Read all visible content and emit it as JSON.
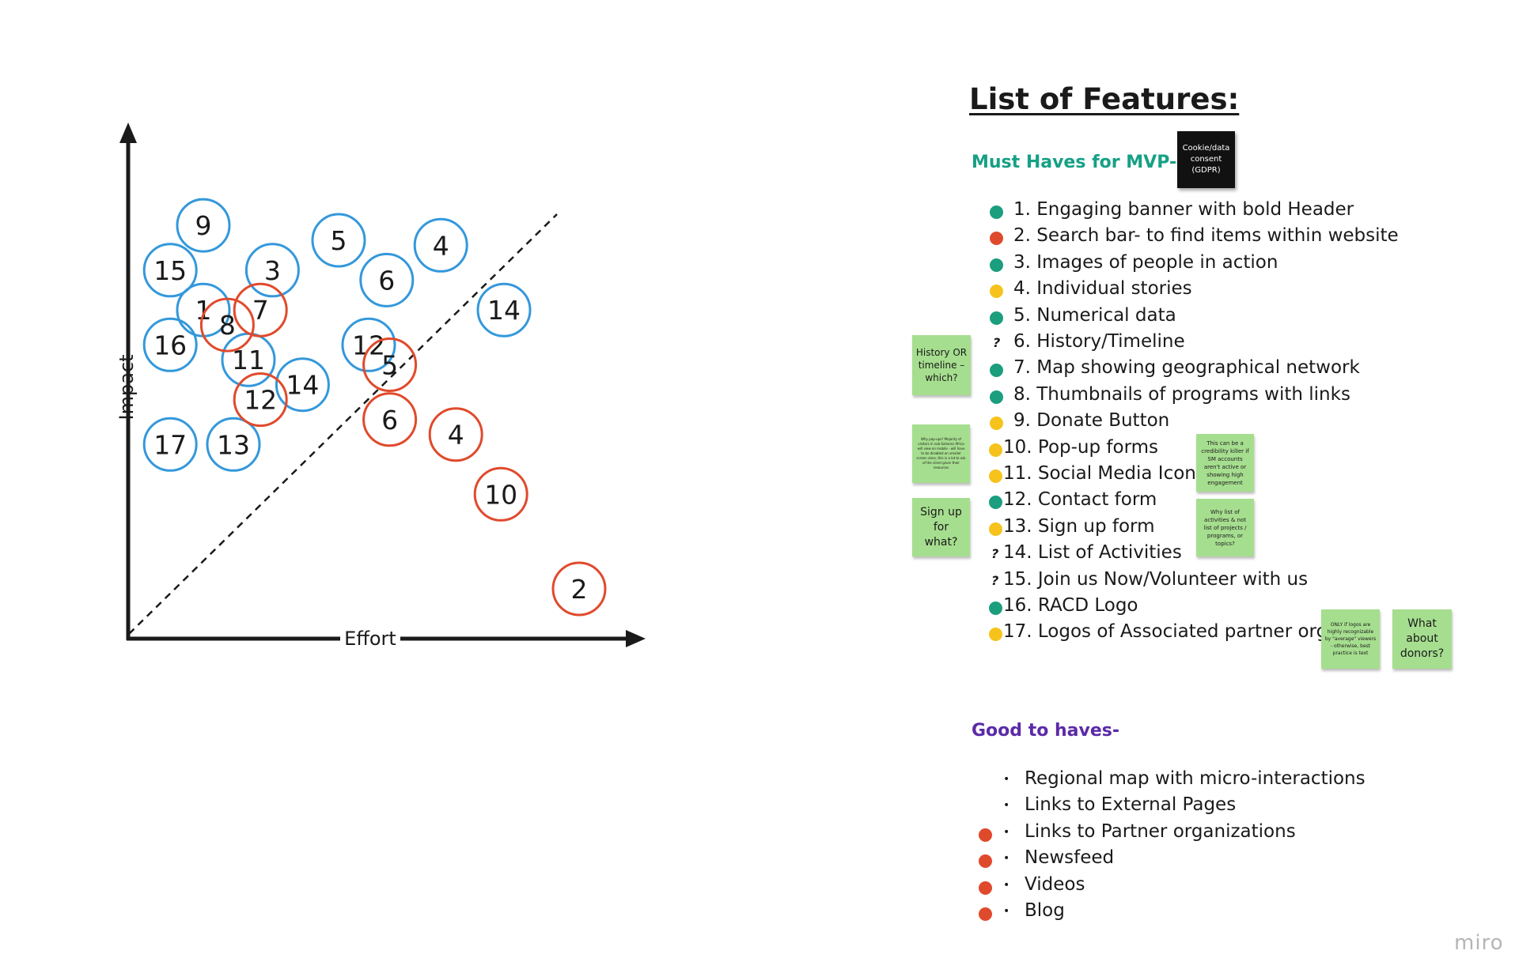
{
  "colors": {
    "blue": "#3498db",
    "red": "#e04a2c",
    "green": "#1a9e7e",
    "yellow": "#f5c31b",
    "must_heading": "#16a085",
    "good_heading": "#5b2aa8",
    "sticky": "#a6de8f"
  },
  "matrix": {
    "x_axis_label": "Effort",
    "y_axis_label": "Impact",
    "blue_circles": [
      {
        "label": "9",
        "effort": 2.5,
        "impact": 8.3
      },
      {
        "label": "15",
        "effort": 1.4,
        "impact": 7.4
      },
      {
        "label": "3",
        "effort": 4.8,
        "impact": 7.4
      },
      {
        "label": "5",
        "effort": 7.0,
        "impact": 8.0
      },
      {
        "label": "4",
        "effort": 10.4,
        "impact": 7.9
      },
      {
        "label": "6",
        "effort": 8.6,
        "impact": 7.2
      },
      {
        "label": "14",
        "effort": 12.5,
        "impact": 6.6
      },
      {
        "label": "1",
        "effort": 2.5,
        "impact": 6.6
      },
      {
        "label": "16",
        "effort": 1.4,
        "impact": 5.9
      },
      {
        "label": "11",
        "effort": 4.0,
        "impact": 5.6
      },
      {
        "label": "12",
        "effort": 8.0,
        "impact": 5.9
      },
      {
        "label": "14",
        "effort": 5.8,
        "impact": 5.1
      },
      {
        "label": "17",
        "effort": 1.4,
        "impact": 3.9
      },
      {
        "label": "13",
        "effort": 3.5,
        "impact": 3.9
      }
    ],
    "red_circles": [
      {
        "label": "7",
        "effort": 4.4,
        "impact": 6.6
      },
      {
        "label": "8",
        "effort": 3.3,
        "impact": 6.3
      },
      {
        "label": "12",
        "effort": 4.4,
        "impact": 4.8
      },
      {
        "label": "5",
        "effort": 8.7,
        "impact": 5.5
      },
      {
        "label": "6",
        "effort": 8.7,
        "impact": 4.4
      },
      {
        "label": "4",
        "effort": 10.9,
        "impact": 4.1
      },
      {
        "label": "10",
        "effort": 12.4,
        "impact": 2.9
      },
      {
        "label": "2",
        "effort": 15.0,
        "impact": 1.0
      }
    ]
  },
  "features": {
    "title": "List of Features:",
    "must_heading": "Must Haves for MVP-",
    "cookie_note": "Cookie/data consent (GDPR)",
    "items": [
      {
        "text": "1. Engaging banner with bold Header",
        "marker": "green"
      },
      {
        "text": "2. Search bar- to find items within website",
        "marker": "red"
      },
      {
        "text": "3. Images of people in action",
        "marker": "green"
      },
      {
        "text": "4. Individual stories",
        "marker": "yellow"
      },
      {
        "text": "5. Numerical data",
        "marker": "green"
      },
      {
        "text": "6. History/Timeline",
        "marker": "?"
      },
      {
        "text": "7. Map showing geographical network",
        "marker": "green"
      },
      {
        "text": "8. Thumbnails of programs with links",
        "marker": "green"
      },
      {
        "text": "9. Donate Button",
        "marker": "yellow"
      },
      {
        "text": "10. Pop-up forms",
        "marker": "yellow"
      },
      {
        "text": "11. Social Media Icons",
        "marker": "yellow"
      },
      {
        "text": "12. Contact form",
        "marker": "green"
      },
      {
        "text": "13. Sign up form",
        "marker": "yellow"
      },
      {
        "text": "14. List of Activities",
        "marker": "?"
      },
      {
        "text": "15. Join us Now/Volunteer with us",
        "marker": "?"
      },
      {
        "text": "16. RACD Logo",
        "marker": "green"
      },
      {
        "text": "17. Logos of Associated partner orgs.",
        "marker": "yellow"
      }
    ],
    "good_heading": "Good to haves-",
    "good_items": [
      {
        "text": "Regional map with micro-interactions",
        "marker": ""
      },
      {
        "text": "Links to External Pages",
        "marker": ""
      },
      {
        "text": "Links to Partner organizations",
        "marker": "red"
      },
      {
        "text": "Newsfeed",
        "marker": "red"
      },
      {
        "text": "Videos",
        "marker": "red"
      },
      {
        "text": "Blog",
        "marker": "red"
      }
    ],
    "bullet_char": "•"
  },
  "stickies": {
    "history": "History OR timeline – which?",
    "popup": "Why pop-ups? Majority of visitors in sub-Saharan Africa will view on mobile - will have to be disabled on smaller screen sizes, this is a lot to ask of the client given their resources",
    "signup": "Sign up for what?",
    "social": "This can be a credibility killer if SM accounts aren't active or showing high engagement",
    "activities": "Why list of activities & not list of projects / programs, or topics?",
    "logos": "ONLY if logos are highly recognizable by \"average\" viewers - otherwise, best practice is text",
    "donors": "What about donors?"
  },
  "brand": "miro"
}
